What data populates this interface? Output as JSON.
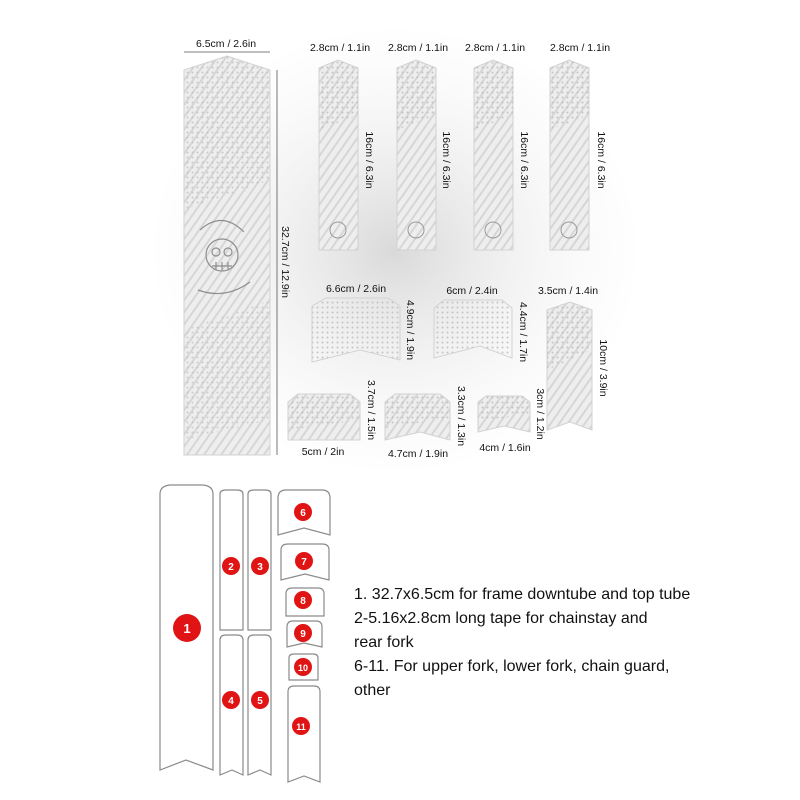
{
  "dimensions": {
    "p1_width": "6.5cm / 2.6in",
    "p1_length": "32.7cm / 12.9in",
    "p2_width": "2.8cm / 1.1in",
    "p3_width": "2.8cm / 1.1in",
    "p4_width": "2.8cm / 1.1in",
    "p5_width": "2.8cm / 1.1in",
    "p2_length": "16cm / 6.3in",
    "p3_length": "16cm / 6.3in",
    "p4_length": "16cm / 6.3in",
    "p5_length": "16cm / 6.3in",
    "p6_width": "6.6cm / 2.6in",
    "p6_height": "4.9cm / 1.9in",
    "p7_width": "6cm / 2.4in",
    "p7_height": "4.4cm / 1.7in",
    "p11_width": "3.5cm / 1.4in",
    "p11_height": "10cm / 3.9in",
    "p8_width": "5cm / 2in",
    "p8_height": "3.7cm / 1.5in",
    "p9_width": "4.7cm / 1.9in",
    "p9_height": "3.3cm / 1.3in",
    "p10_width": "4cm / 1.6in",
    "p10_height": "3cm / 1.2in"
  },
  "badges": [
    "1",
    "2",
    "3",
    "4",
    "5",
    "6",
    "7",
    "8",
    "9",
    "10",
    "11"
  ],
  "legend": {
    "line1": "1. 32.7x6.5cm for frame downtube and top tube",
    "line2": "2-5.16x2.8cm long tape for chainstay and",
    "line3": "rear fork",
    "line4": "6-11. For upper fork, lower fork, chain guard,",
    "line5": "other"
  },
  "colors": {
    "badge": "#e01414",
    "outline": "#8a8a8a",
    "pattern": "#c8c8c8",
    "panel": "#ececec"
  }
}
